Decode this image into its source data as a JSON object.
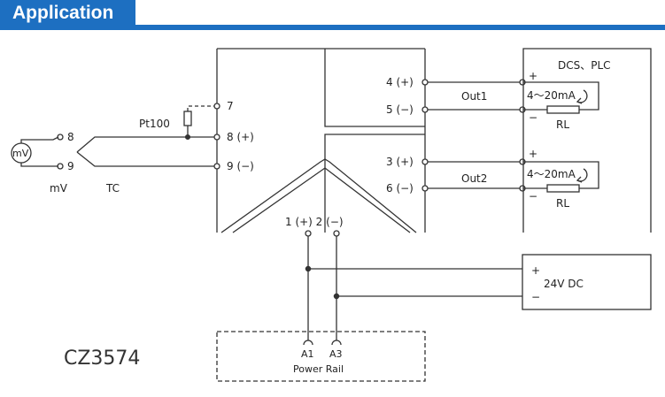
{
  "header": {
    "title": "Application"
  },
  "diagram": {
    "model": "CZ3574",
    "input": {
      "mv_symbol": "mV",
      "terminal_8": "8",
      "terminal_9": "9",
      "mv_label": "mV",
      "tc_label": "TC",
      "pt100_label": "Pt100"
    },
    "module_terminals": {
      "t7": "7",
      "t8": "8 (+)",
      "t9": "9 (−)",
      "t4": "4 (+)",
      "t5": "5 (−)",
      "t3": "3 (+)",
      "t6": "6 (−)",
      "power": "1 (+) 2 (−)"
    },
    "outputs": {
      "out1": "Out1",
      "out2": "Out2"
    },
    "dcs": {
      "title": "DCS、PLC",
      "plus": "+",
      "minus": "−",
      "loop1": "4～20mA",
      "rl1": "RL",
      "loop2": "4～20mA",
      "rl2": "RL"
    },
    "supply": {
      "plus": "+",
      "minus": "−",
      "label": "24V  DC"
    },
    "power_rail": {
      "a1": "A1",
      "a3": "A3",
      "label": "Power  Rail"
    }
  }
}
